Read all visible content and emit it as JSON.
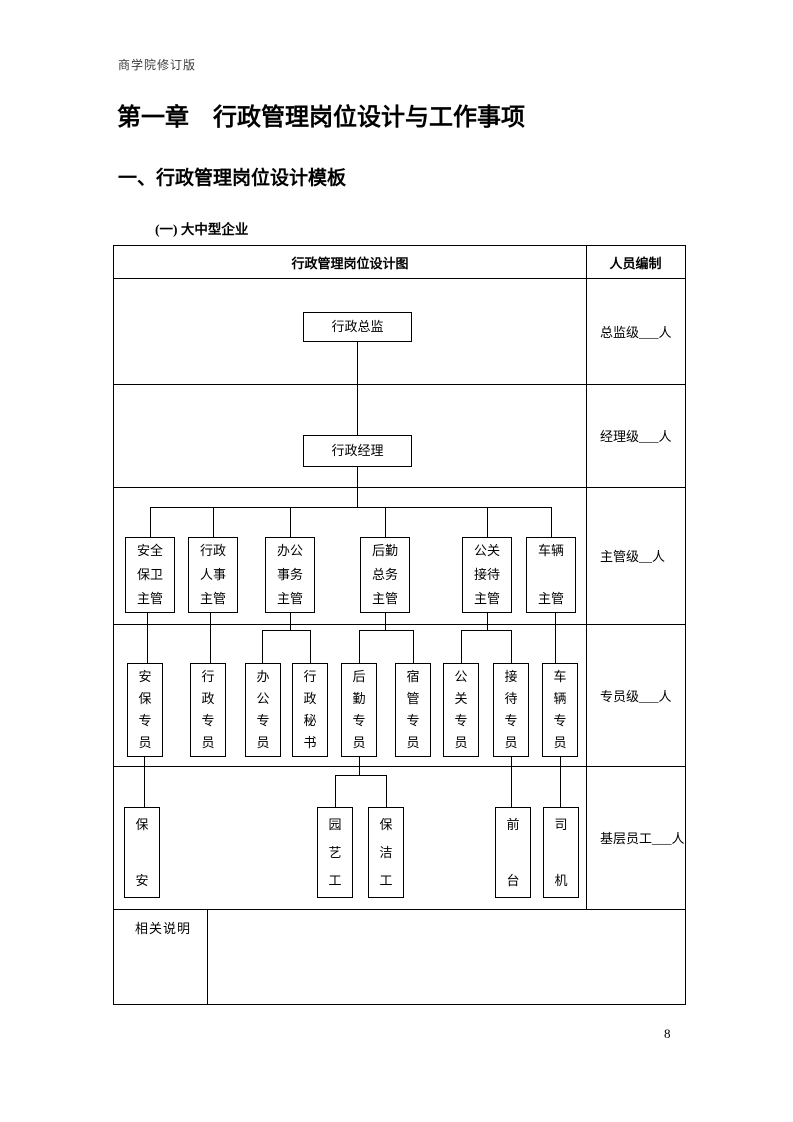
{
  "page": {
    "revision_header": "商学院修订版",
    "chapter_title": "第一章　行政管理岗位设计与工作事项",
    "section_title": "一、行政管理岗位设计模板",
    "subsection_title": "(一) 大中型企业",
    "page_number": "8"
  },
  "table": {
    "chart_header": "行政管理岗位设计图",
    "staffing_header": "人员编制",
    "staffing_labels": [
      "总监级___人",
      "经理级___人",
      "主管级__人",
      "专员级___人",
      "基层员工___人"
    ],
    "notes_label": "相关说明",
    "org": {
      "director": "行政总监",
      "manager": "行政经理",
      "supervisors": [
        "安全\n保卫\n主管",
        "行政\n人事\n主管",
        "办公\n事务\n主管",
        "后勤\n总务\n主管",
        "公关\n接待\n主管",
        "车辆\n\n主管"
      ],
      "specialists": [
        "安\n保\n专\n员",
        "行\n政\n专\n员",
        "办\n公\n专\n员",
        "行\n政\n秘\n书",
        "后\n勤\n专\n员",
        "宿\n管\n专\n员",
        "公\n关\n专\n员",
        "接\n待\n专\n员",
        "车\n辆\n专\n员"
      ],
      "frontline": [
        "保\n\n安",
        "园\n艺\n工",
        "保\n洁\n工",
        "前\n\n台",
        "司\n\n机"
      ]
    }
  }
}
